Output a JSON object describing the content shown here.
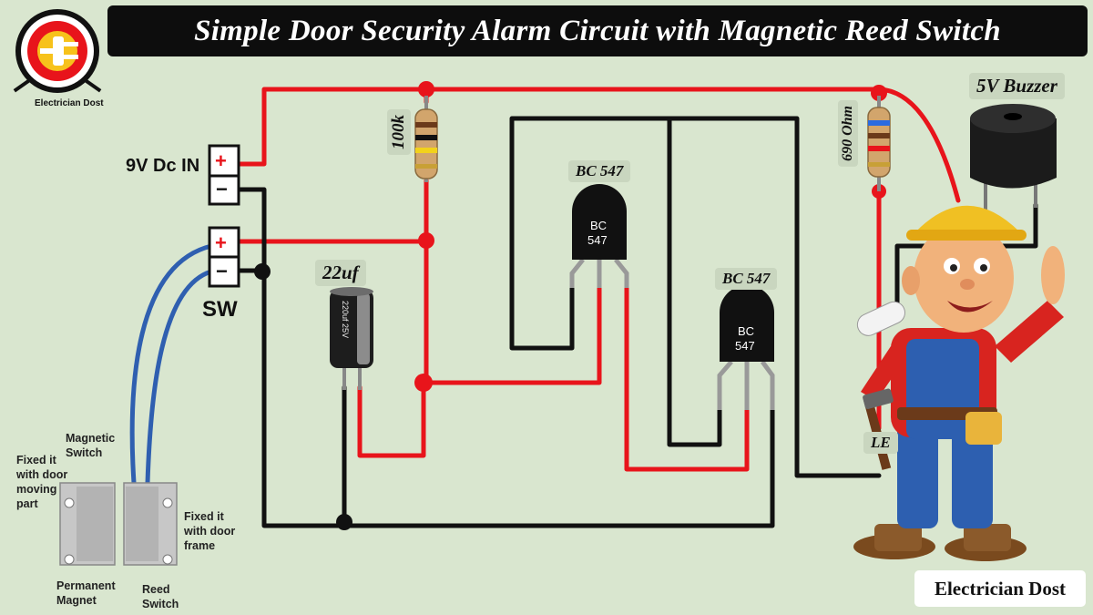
{
  "title": "Simple Door Security Alarm Circuit with Magnetic Reed Switch",
  "logo": {
    "text": "Electrician Dost",
    "icon": "plug-bulb-icon"
  },
  "labels": {
    "dc_in": "9V Dc IN",
    "plus": "+",
    "minus": "−",
    "sw": "SW",
    "resistor_100k": "100k",
    "resistor_690": "690 Ohm",
    "capacitor": "22uf",
    "capacitor_body": "220uf 25V",
    "transistor1": "BC 547",
    "transistor2": "BC 547",
    "transistor_body_line1": "BC",
    "transistor_body_line2": "547",
    "buzzer": "5V Buzzer",
    "led": "LE"
  },
  "reed_inset": {
    "magnetic_switch": "Magnetic\nSwitch",
    "fixed_moving": "Fixed it\nwith door\nmoving\npart",
    "fixed_frame": "Fixed it\nwith door\nframe",
    "permanent_magnet": "Permanent\nMagnet",
    "reed_switch": "Reed\nSwitch"
  },
  "footer": "Electrician Dost",
  "colors": {
    "red_wire": "#e8141b",
    "black_wire": "#111111",
    "blue_wire": "#2f5fb0",
    "background": "#d9e6cf",
    "title_bg": "#0d0d0d"
  }
}
